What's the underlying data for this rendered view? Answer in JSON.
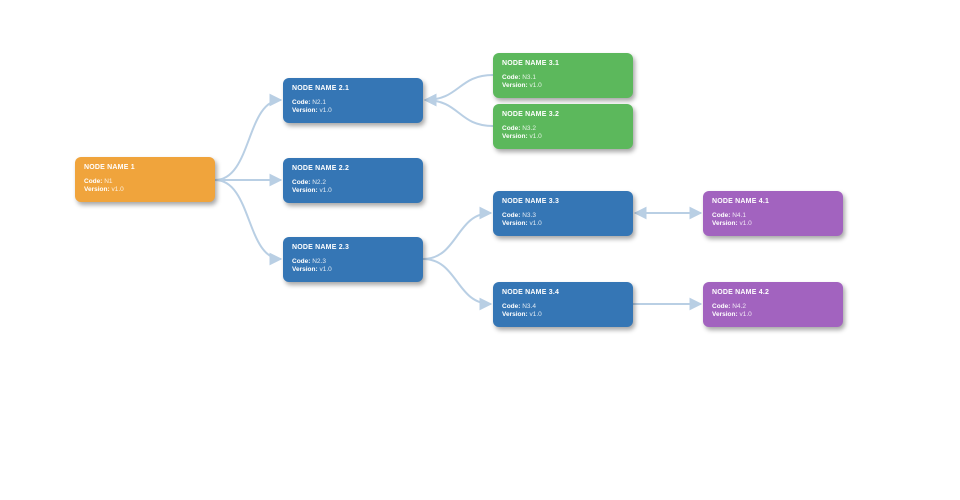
{
  "diagram": {
    "link_color": "#b9cfe4",
    "colors": {
      "orange": "#f0a43c",
      "blue": "#3576b5",
      "green": "#5cb85c",
      "purple": "#a263bf"
    }
  },
  "nodes": [
    {
      "title": "NODE NAME 1",
      "code_label": "Code:",
      "code": "N1",
      "version_label": "Version:",
      "version": "v1.0",
      "color": "#f0a43c"
    },
    {
      "title": "NODE NAME 2.1",
      "code_label": "Code:",
      "code": "N2.1",
      "version_label": "Version:",
      "version": "v1.0",
      "color": "#3576b5"
    },
    {
      "title": "NODE NAME 2.2",
      "code_label": "Code:",
      "code": "N2.2",
      "version_label": "Version:",
      "version": "v1.0",
      "color": "#3576b5"
    },
    {
      "title": "NODE NAME 2.3",
      "code_label": "Code:",
      "code": "N2.3",
      "version_label": "Version:",
      "version": "v1.0",
      "color": "#3576b5"
    },
    {
      "title": "NODE NAME 3.1",
      "code_label": "Code:",
      "code": "N3.1",
      "version_label": "Version:",
      "version": "v1.0",
      "color": "#5cb85c"
    },
    {
      "title": "NODE NAME 3.2",
      "code_label": "Code:",
      "code": "N3.2",
      "version_label": "Version:",
      "version": "v1.0",
      "color": "#5cb85c"
    },
    {
      "title": "NODE NAME 3.3",
      "code_label": "Code:",
      "code": "N3.3",
      "version_label": "Version:",
      "version": "v1.0",
      "color": "#3576b5"
    },
    {
      "title": "NODE NAME 3.4",
      "code_label": "Code:",
      "code": "N3.4",
      "version_label": "Version:",
      "version": "v1.0",
      "color": "#3576b5"
    },
    {
      "title": "NODE NAME 4.1",
      "code_label": "Code:",
      "code": "N4.1",
      "version_label": "Version:",
      "version": "v1.0",
      "color": "#a263bf"
    },
    {
      "title": "NODE NAME 4.2",
      "code_label": "Code:",
      "code": "N4.2",
      "version_label": "Version:",
      "version": "v1.0",
      "color": "#a263bf"
    }
  ]
}
